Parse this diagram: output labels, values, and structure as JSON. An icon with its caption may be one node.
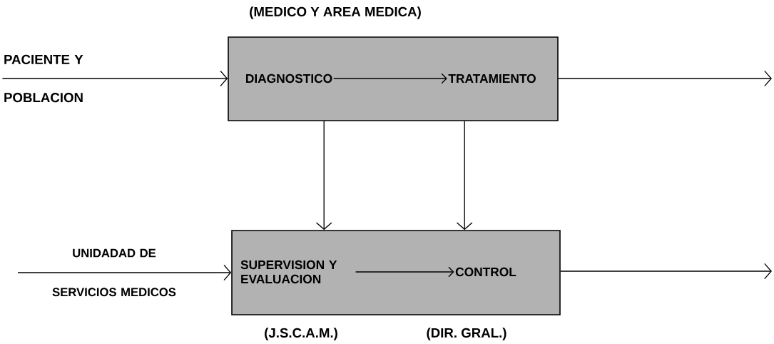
{
  "diagram": {
    "nodes": [
      {
        "text": [
          "(MEDICO Y AREA MEDICA)"
        ]
      },
      {
        "text": [
          "DIAGNOSTICO"
        ],
        "in": 0
      },
      {
        "text": [
          "TRATAMIENTO"
        ],
        "in": 0
      },
      {
        "text": [
          "PACIENTE Y POBLACION"
        ]
      },
      {
        "text": [],
        "shape": "box"
      },
      {
        "text": [
          "SUPERVISION Y EVALUACION"
        ],
        "in": 4,
        "beside": [
          "(J.S.C.A.M.)"
        ]
      },
      {
        "text": [
          "CONTROL"
        ],
        "in": 4,
        "beside": [
          "(DIR. GRAL.)"
        ]
      },
      {
        "text": [
          "UNIDADAD DE SERVICIOS MEDICOS"
        ]
      }
    ],
    "edges": [
      {
        "from": 3,
        "to": 0,
        "arrow": "to"
      },
      {
        "from": 1,
        "to": 2,
        "arrow": "to"
      },
      {
        "from": 0,
        "to": null,
        "arrow": "to"
      },
      {
        "from": 0,
        "to": 4,
        "arrow": "to"
      },
      {
        "from": 0,
        "to": 4,
        "arrow": "to"
      },
      {
        "from": 7,
        "to": 4,
        "arrow": "to"
      },
      {
        "from": 5,
        "to": 6,
        "arrow": "to"
      },
      {
        "from": 4,
        "to": null,
        "arrow": "to"
      }
    ]
  }
}
